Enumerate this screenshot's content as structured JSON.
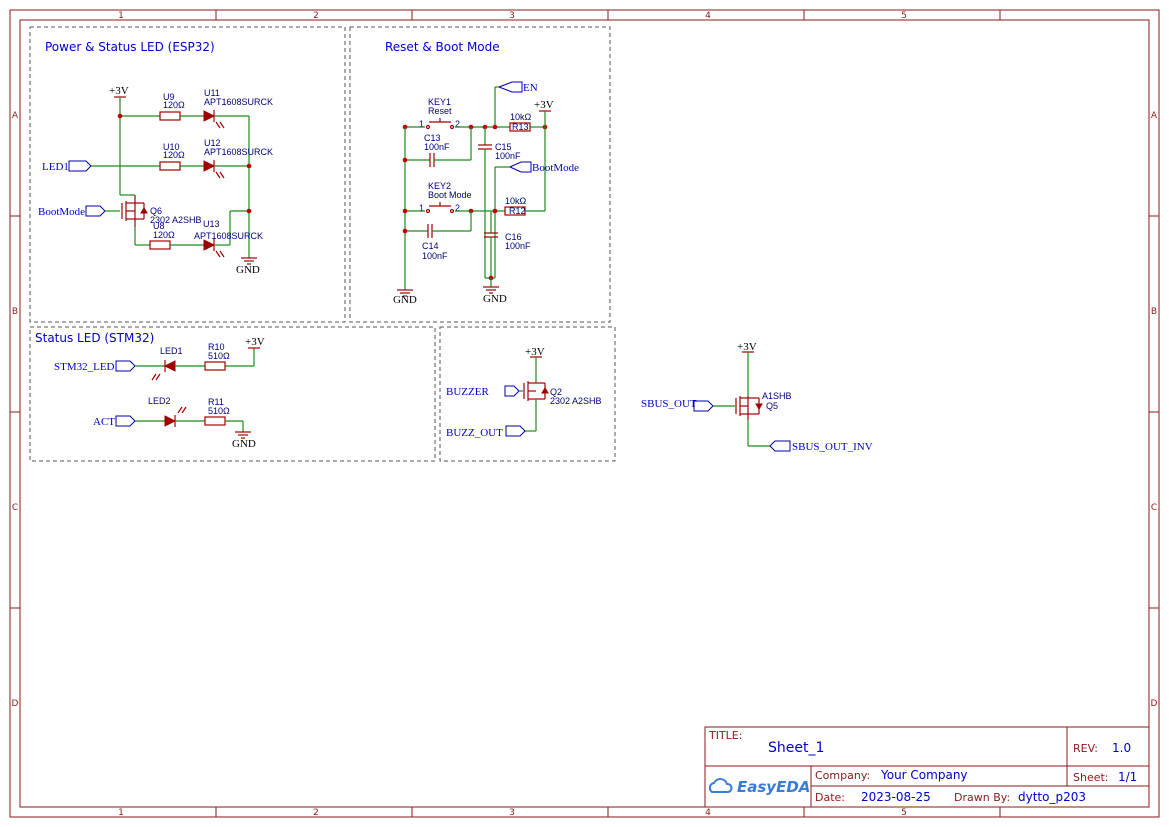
{
  "border": {
    "columns": [
      "1",
      "2",
      "3",
      "4",
      "5"
    ],
    "rows": [
      "A",
      "B",
      "C",
      "D"
    ]
  },
  "sections": {
    "esp32": "Power & Status LED (ESP32)",
    "reset": "Reset & Boot Mode",
    "stm32": "Status LED (STM32)"
  },
  "power": {
    "v3": "+3V",
    "gnd": "GND"
  },
  "nets": {
    "led1": "LED1",
    "bootmode": "BootMode",
    "en": "EN",
    "stm32_led": "STM32_LED",
    "act": "ACT",
    "buzzer": "BUZZER",
    "buzz_out": "BUZZ_OUT",
    "sbus_out": "SBUS_OUT",
    "sbus_out_inv": "SBUS_OUT_INV"
  },
  "components": {
    "u9": {
      "ref": "U9",
      "value": "120Ω"
    },
    "u10": {
      "ref": "U10",
      "value": "120Ω"
    },
    "u8": {
      "ref": "U8",
      "value": "120Ω"
    },
    "u11": {
      "ref": "U11",
      "value": "APT1608SURCK"
    },
    "u12": {
      "ref": "U12",
      "value": "APT1608SURCK"
    },
    "u13": {
      "ref": "U13",
      "value": "APT1608SURCK"
    },
    "q6": {
      "ref": "Q6",
      "value": "2302 A2SHB"
    },
    "key1": {
      "ref": "KEY1",
      "value": "Reset",
      "pin1": "1",
      "pin2": "2"
    },
    "key2": {
      "ref": "KEY2",
      "value": "Boot Mode",
      "pin1": "1",
      "pin2": "2"
    },
    "c13": {
      "ref": "C13",
      "value": "100nF"
    },
    "c14": {
      "ref": "C14",
      "value": "100nF"
    },
    "c15": {
      "ref": "C15",
      "value": "100nF"
    },
    "c16": {
      "ref": "C16",
      "value": "100nF"
    },
    "r13": {
      "ref": "R13",
      "value": "10kΩ"
    },
    "r12": {
      "ref": "R12",
      "value": "10kΩ"
    },
    "led1": {
      "ref": "LED1"
    },
    "led2": {
      "ref": "LED2"
    },
    "r10": {
      "ref": "R10",
      "value": "510Ω"
    },
    "r11": {
      "ref": "R11",
      "value": "510Ω"
    },
    "q2": {
      "ref": "Q2",
      "value": "2302 A2SHB"
    },
    "q5": {
      "ref": "Q5",
      "value": "A1SHB"
    }
  },
  "title_block": {
    "title_label": "TITLE:",
    "title": "Sheet_1",
    "rev_label": "REV:",
    "rev": "1.0",
    "company_label": "Company:",
    "company": "Your Company",
    "sheet_label": "Sheet:",
    "sheet": "1/1",
    "date_label": "Date:",
    "date": "2023-08-25",
    "drawn_label": "Drawn By:",
    "drawn_by": "dytto_p203",
    "brand": "EasyEDA"
  }
}
